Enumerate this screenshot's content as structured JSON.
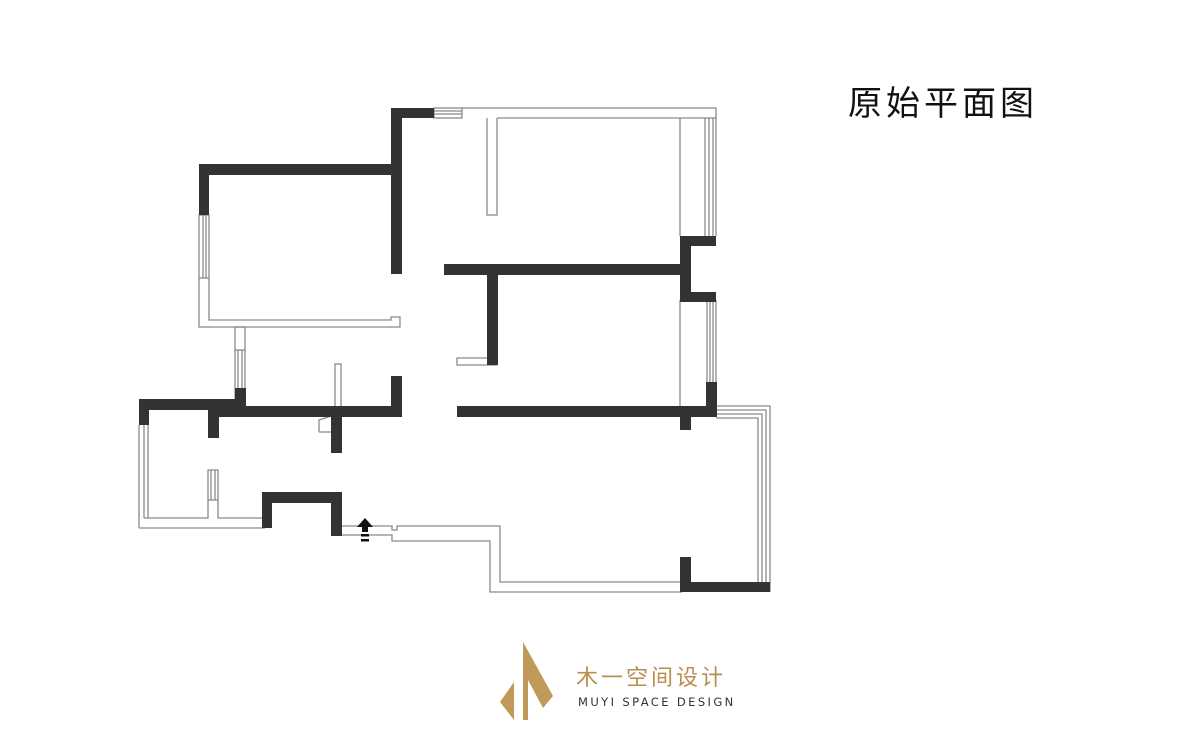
{
  "page": {
    "title": "原始平面图"
  },
  "logo": {
    "name_cn": "木一空间设计",
    "name_en": "MUYI SPACE DESIGN",
    "brand_color": "#c19a5b"
  },
  "plan": {
    "wall_color": "#333333",
    "line_color": "#888888",
    "entrance_icon": "arrow-up-icon"
  }
}
